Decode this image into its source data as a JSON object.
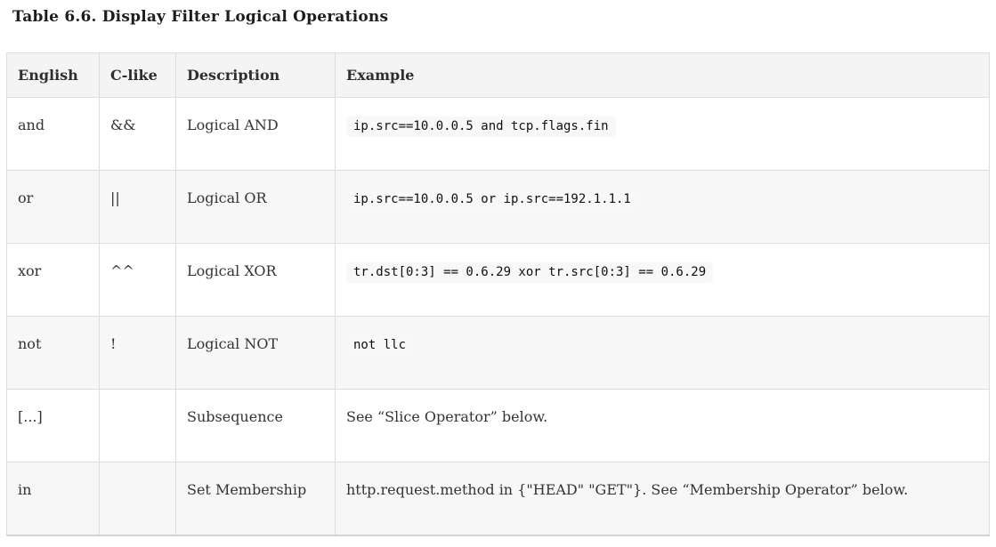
{
  "title": "Table 6.6. Display Filter Logical Operations",
  "table": {
    "headers": [
      "English",
      "C-like",
      "Description",
      "Example"
    ],
    "rows": [
      {
        "english": "and",
        "c_like": "&&",
        "description": "Logical AND",
        "example": "ip.src==10.0.0.5 and tcp.flags.fin"
      },
      {
        "english": "or",
        "c_like": "||",
        "description": "Logical OR",
        "example": "ip.src==10.0.0.5 or ip.src==192.1.1.1"
      },
      {
        "english": "xor",
        "c_like": "^^",
        "description": "Logical XOR",
        "example": "tr.dst[0:3] == 0.6.29 xor tr.src[0:3] == 0.6.29"
      },
      {
        "english": "not",
        "c_like": "!",
        "description": "Logical NOT",
        "example": "not llc"
      },
      {
        "english": "[...]",
        "c_like": "",
        "description": "Subsequence",
        "example": "See “Slice Operator” below."
      },
      {
        "english": "in",
        "c_like": "",
        "description": "Set Membership",
        "example": "http.request.method in {\"HEAD\" \"GET\"}. See “Membership Operator” below."
      }
    ]
  },
  "colors": {
    "header_background": "#f4f4f4",
    "stripe_background": "#f7f7f7",
    "border": "#dddddd",
    "bottom_border": "#d2d2d2",
    "code_background": "#f8f8f8",
    "text": "#333333",
    "title_text": "#1d1d1d"
  }
}
